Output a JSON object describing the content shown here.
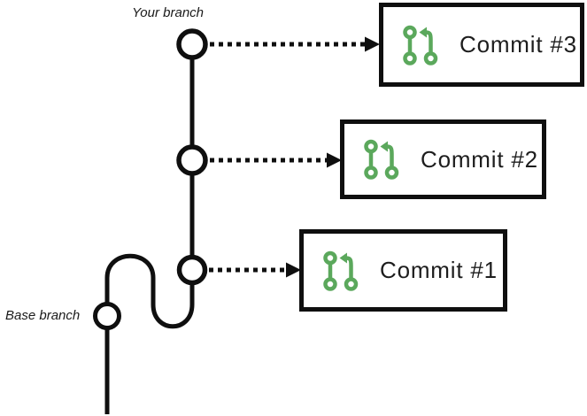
{
  "diagram": {
    "labels": {
      "your_branch": "Your branch",
      "base_branch": "Base branch"
    },
    "commits": [
      {
        "label": "Commit #3"
      },
      {
        "label": "Commit #2"
      },
      {
        "label": "Commit #1"
      }
    ],
    "icons": {
      "commit_icon": "git-pull-request-icon"
    },
    "colors": {
      "line_black": "#0f0f0f",
      "icon_green": "#5ba85c"
    }
  }
}
